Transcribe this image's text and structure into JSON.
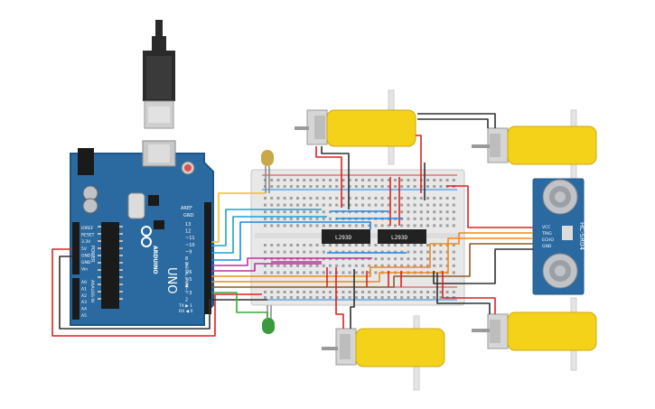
{
  "arduino": {
    "brand": "ARDUINO",
    "model": "UNO",
    "aref_label": "AREF",
    "gnd_label": "GND",
    "digital_label": "DIGITAL (PWM~)",
    "power_label": "POWER",
    "analog_label": "ANALOG IN",
    "tx_label": "TX ▶ 1",
    "rx_label": "RX ◀ 0",
    "digital_pins": [
      "13",
      "12",
      "~11",
      "~10",
      "~9",
      "8",
      "7",
      "~6",
      "~5",
      "4",
      "~3",
      "2"
    ],
    "power_pins": [
      "IOREF",
      "RESET",
      "3.3V",
      "5V",
      "GND",
      "GND",
      "Vin"
    ],
    "analog_pins": [
      "A0",
      "A1",
      "A2",
      "A3",
      "A4",
      "A5"
    ],
    "colors": {
      "board": "#2b6aa0",
      "board_edge": "#1f5687",
      "usb": "#c8c8c8",
      "reset": "#e05050"
    }
  },
  "breadboard": {
    "chips": [
      {
        "label": "L293D"
      },
      {
        "label": "L293D"
      }
    ],
    "colors": {
      "body": "#e8e8e8",
      "rail_red": "#e53935",
      "rail_blue": "#1e88e5"
    }
  },
  "sensor": {
    "name": "HC-SR04",
    "pins": [
      "VCC",
      "TRIG",
      "ECHO",
      "GND"
    ],
    "colors": {
      "board": "#2b6aa0",
      "transducer": "#c0c4c8"
    }
  },
  "motors": [
    {
      "name": "motor-top-left",
      "color": "#f5d21a"
    },
    {
      "name": "motor-top-right",
      "color": "#f5d21a"
    },
    {
      "name": "motor-bottom-left",
      "color": "#f5d21a"
    },
    {
      "name": "motor-bottom-right",
      "color": "#f5d21a"
    }
  ],
  "leds": [
    {
      "name": "led-yellow",
      "color": "#c8a84a"
    },
    {
      "name": "led-green",
      "color": "#3c9a3c"
    }
  ],
  "wire_colors": {
    "red": "#e02020",
    "black": "#303030",
    "blue": "#1e88e5",
    "cyan": "#20a0d0",
    "magenta": "#c0309a",
    "orange": "#f08a1a",
    "yellow": "#f0c020",
    "green": "#3aaa35",
    "brown": "#8a5a2a"
  }
}
